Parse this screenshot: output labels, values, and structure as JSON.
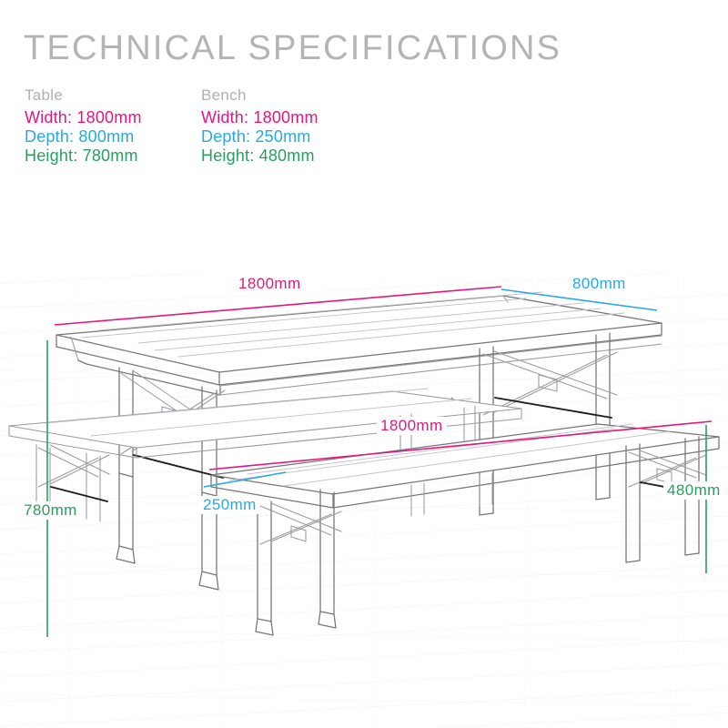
{
  "page": {
    "title": "TECHNICAL SPECIFICATIONS"
  },
  "colors": {
    "width_pink": "#e5177f",
    "depth_cyan": "#2aa9e0",
    "height_green": "#27a05e",
    "title_gray": "#b4b4b4",
    "sketch_gray": "#6f6f72",
    "background": "#ffffff"
  },
  "specs": {
    "table": {
      "heading": "Table",
      "width": "Width: 1800mm",
      "depth": "Depth: 800mm",
      "height": "Height: 780mm"
    },
    "bench": {
      "heading": "Bench",
      "width": "Width: 1800mm",
      "depth": "Depth: 250mm",
      "height": "Height: 480mm"
    }
  },
  "dimension_labels": {
    "table_width": "1800mm",
    "table_depth": "800mm",
    "bench_width": "1800mm",
    "bench_depth": "250mm",
    "table_height": "780mm",
    "bench_height": "480mm"
  },
  "chart_data": {
    "type": "table",
    "title": "TECHNICAL SPECIFICATIONS",
    "categories": [
      "Width",
      "Depth",
      "Height"
    ],
    "series": [
      {
        "name": "Table",
        "values": [
          1800,
          800,
          780
        ]
      },
      {
        "name": "Bench",
        "values": [
          1800,
          250,
          480
        ]
      }
    ],
    "units": "mm",
    "annotations": [
      "Table width 1800mm (pink, top edge of table top)",
      "Table depth 800mm (cyan, right edge of table top)",
      "Bench width 1800mm (pink, front bench seat edge)",
      "Bench depth 250mm (cyan, front bench seat left edge)",
      "Table height 780mm (green, vertical at far left)",
      "Bench height 480mm (green, vertical at far right)"
    ]
  }
}
